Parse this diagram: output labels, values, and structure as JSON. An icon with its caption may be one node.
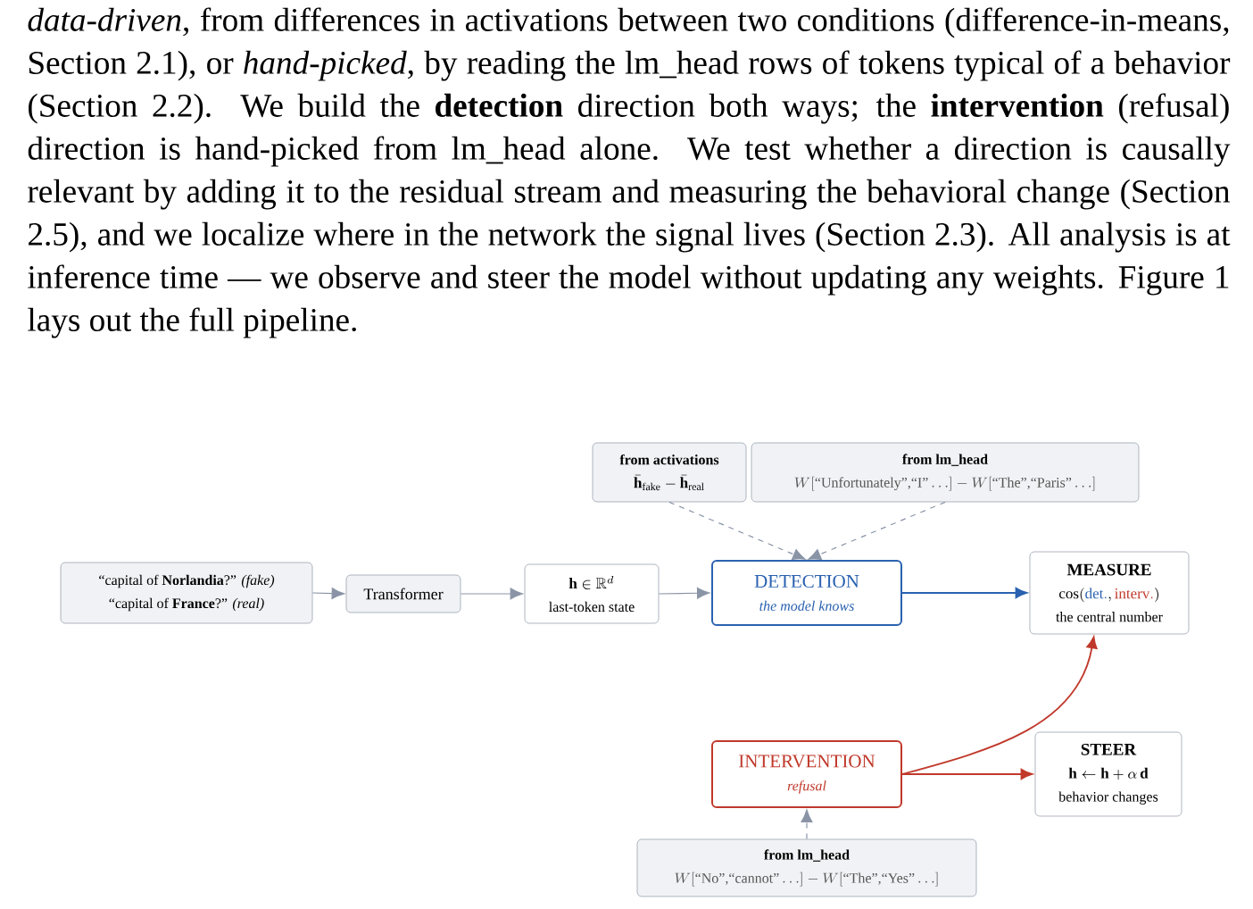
{
  "diagram": {
    "nodes": [
      {
        "text": [
          "“capital of **Norlandia**?” *(fake)*",
          "“capital of **France**?” *(real)*"
        ]
      },
      {
        "text": [
          "Transformer"
        ]
      },
      {
        "text": [
          "\\mathbf{h} \\in \\mathbb{R}^{d}",
          "last-token state"
        ]
      },
      {
        "text": [
          "from activations",
          "\\bar{\\mathbf{h}}_{\\mathrm{fake}} - \\bar{\\mathbf{h}}_{\\mathrm{real}}"
        ]
      },
      {
        "text": [
          "from lm_head",
          "W[\\text{“Unfortunately”,“I”}\\ldots] - W[\\text{“The”,“Paris”}\\ldots]"
        ]
      },
      {
        "text": [
          "DETECTION",
          "the model knows"
        ]
      },
      {
        "text": [
          "MEASURE",
          "\\cos(\\textcolor[HTML]{2A62B0}{\\mathrm{det.}},\\textcolor[HTML]{C0392B}{\\mathrm{interv.}})",
          "the central number"
        ]
      },
      {
        "text": [
          "INTERVENTION",
          "refusal"
        ]
      },
      {
        "text": [
          "STEER",
          "\\mathbf{h} \\leftarrow \\mathbf{h} + \\alpha\\,\\mathbf{d}",
          "behavior changes"
        ]
      },
      {
        "text": [
          "from lm_head",
          "W[\\text{“No”,“cannot”}\\ldots] - W[\\text{“The”,“Yes”}\\ldots]"
        ]
      }
    ],
    "edges": [
      {
        "from": 0,
        "to": 1,
        "arrow": "to"
      },
      {
        "from": 1,
        "to": 2,
        "arrow": "to"
      },
      {
        "from": 2,
        "to": 5,
        "arrow": "to"
      },
      {
        "from": 3,
        "to": 5,
        "arrow": "to",
        "style": "dashed"
      },
      {
        "from": 4,
        "to": 5,
        "arrow": "to",
        "style": "dashed"
      },
      {
        "from": 5,
        "to": 6,
        "arrow": "to",
        "color": "#2a62b0"
      },
      {
        "from": 7,
        "to": 6,
        "arrow": "to",
        "color": "#c0392b"
      },
      {
        "from": 7,
        "to": 8,
        "arrow": "to",
        "color": "#c0392b"
      },
      {
        "from": 9,
        "to": 7,
        "arrow": "to",
        "style": "dashed"
      }
    ],
    "labels": [
      "*data-driven*, from differences in activations between two conditions (difference-in-means, Section 2.1), or *hand-picked*, by reading the lm_head rows of tokens typical of a behavior (Section 2.2). We build the **detection** direction both ways; the **intervention** (refusal) direction is hand-picked from lm_head alone. We test whether a direction is causally relevant by adding it to the residual stream and measuring the behavioral change (Section 2.5), and we localize where in the network the signal lives (Section 2.3). All analysis is at inference time — we observe and steer the model without updating any weights. Figure 1 lays out the full pipeline."
    ]
  }
}
